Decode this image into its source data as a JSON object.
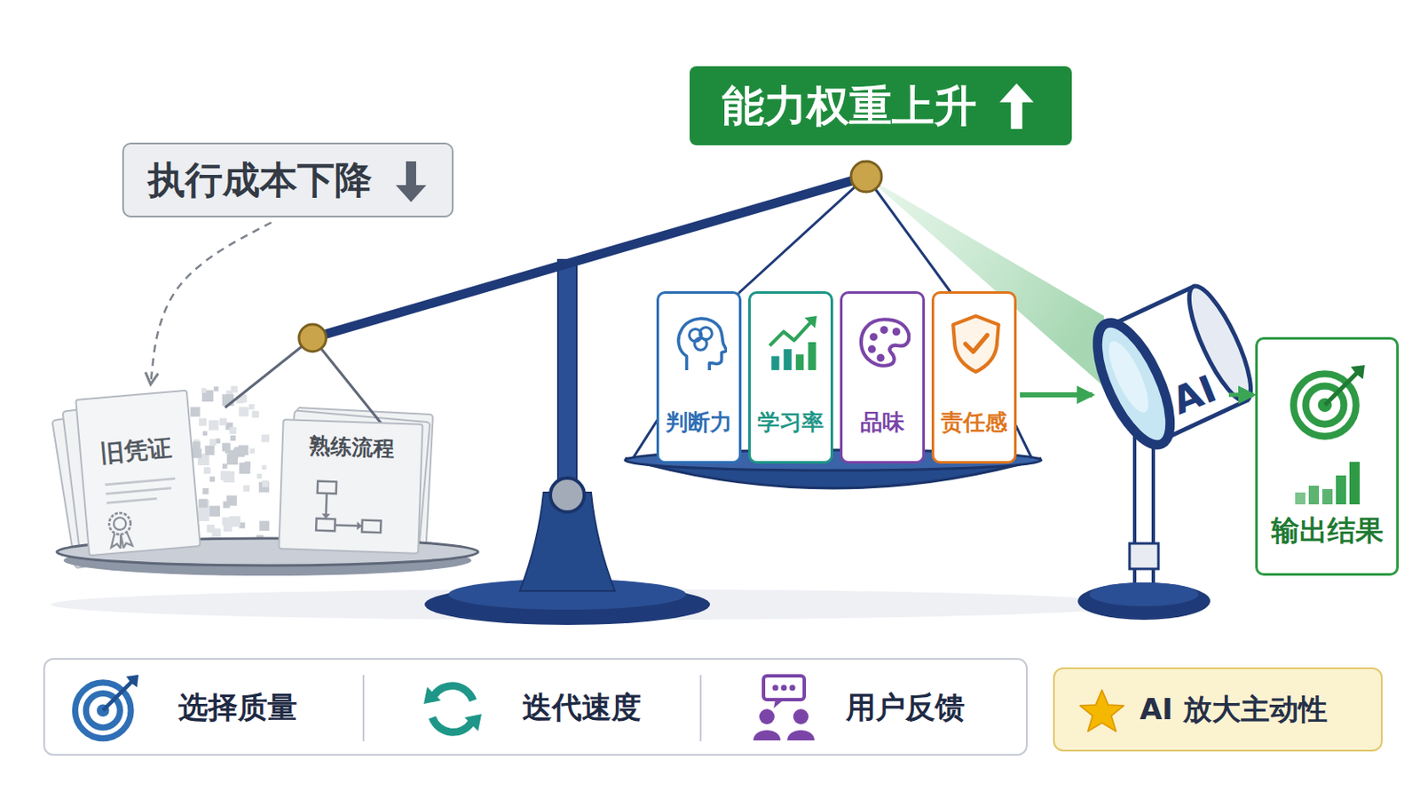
{
  "diagram": {
    "nodes": [
      {
        "text": [
          "执行成本下降"
        ]
      },
      {
        "text": [
          "能力权重上升"
        ]
      },
      {
        "text": [
          "旧凭证"
        ]
      },
      {
        "text": [
          "熟练流程"
        ]
      },
      {
        "text": [
          "判断力"
        ]
      },
      {
        "text": [
          "学习率"
        ]
      },
      {
        "text": [
          "品味"
        ]
      },
      {
        "text": [
          "责任感"
        ]
      },
      {
        "text": [
          "AI"
        ]
      },
      {
        "text": [
          "输出结果"
        ]
      },
      {
        "text": [
          "选择质量",
          "迭代速度",
          "用户反馈"
        ]
      },
      {
        "text": [
          "AI 放大主动性"
        ]
      }
    ],
    "edges": [
      {
        "from": 0,
        "to": 2,
        "arrow": "to"
      },
      {
        "from": 7,
        "to": 8,
        "arrow": "to"
      },
      {
        "from": 8,
        "to": 9,
        "arrow": "to"
      }
    ]
  }
}
